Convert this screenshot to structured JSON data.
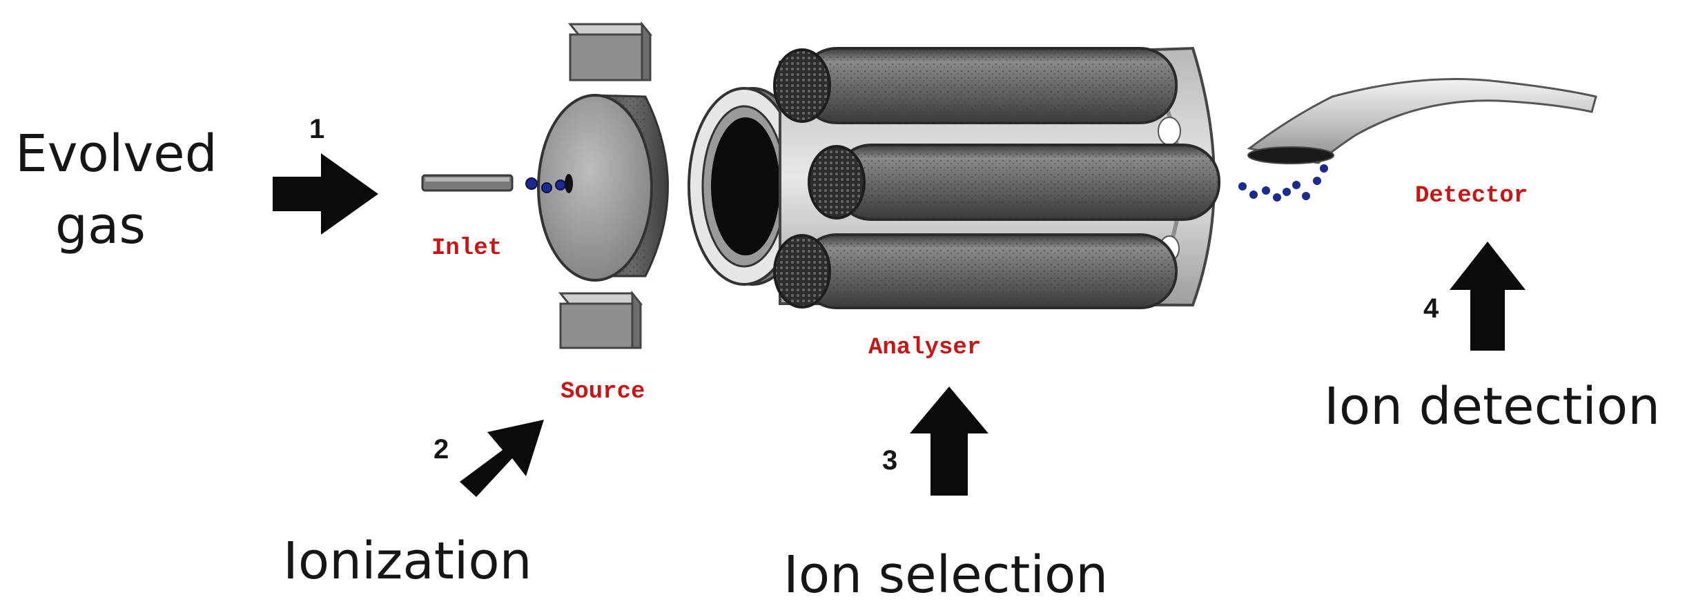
{
  "steps": [
    {
      "number": "1",
      "label_line1": "Evolved",
      "label_line2": "gas"
    },
    {
      "number": "2",
      "label": "Ionization"
    },
    {
      "number": "3",
      "label": "Ion selection"
    },
    {
      "number": "4",
      "label": "Ion detection"
    }
  ],
  "parts": {
    "inlet": "Inlet",
    "source": "Source",
    "analyser": "Analyser",
    "detector": "Detector"
  },
  "colors": {
    "part_label": "#c81616",
    "text": "#151515",
    "ion": "#1b2a8c",
    "metal_dark": "#5a5a5a",
    "metal_light": "#d6d6d6"
  }
}
